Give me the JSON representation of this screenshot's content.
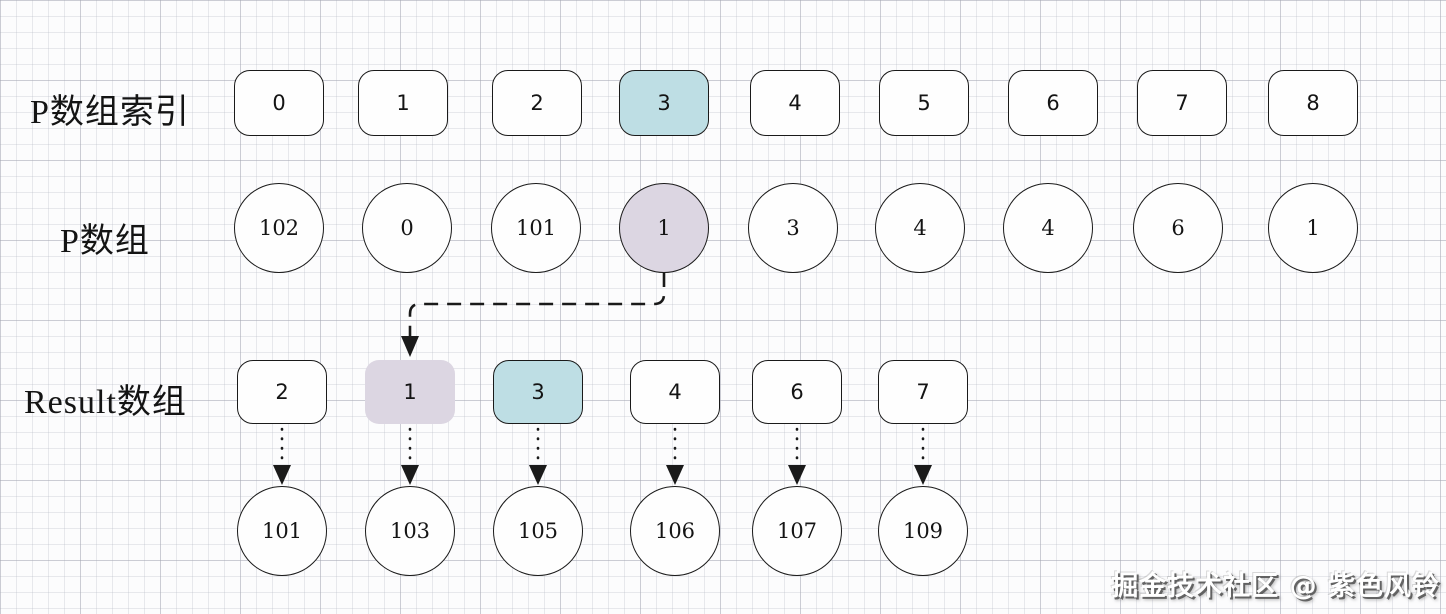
{
  "labels": {
    "index_row": "P数组索引",
    "p_row": "P数组",
    "result_row": "Result数组"
  },
  "colors": {
    "teal": "#bedee4",
    "purple": "#dcd6e2",
    "stroke": "#1a1a1a",
    "node_fill": "#fefefe"
  },
  "rows": {
    "index_row": {
      "values": [
        "0",
        "1",
        "2",
        "3",
        "4",
        "5",
        "6",
        "7",
        "8"
      ],
      "highlights": [
        {
          "index": 3,
          "color": "teal"
        }
      ]
    },
    "p_row": {
      "values": [
        "102",
        "0",
        "101",
        "1",
        "3",
        "4",
        "4",
        "6",
        "1"
      ],
      "highlights": [
        {
          "index": 3,
          "color": "purple"
        }
      ]
    },
    "result_row": {
      "values": [
        "2",
        "1",
        "3",
        "4",
        "6",
        "7"
      ],
      "highlights": [
        {
          "index": 1,
          "color": "purple",
          "border": false
        },
        {
          "index": 2,
          "color": "teal"
        }
      ]
    },
    "value_row": {
      "values": [
        "101",
        "103",
        "105",
        "106",
        "107",
        "109"
      ]
    }
  },
  "connector": {
    "type": "dashed-arrow",
    "from": "p_row item 3 (value 1)",
    "to": "result_row item 1 (value 1)"
  },
  "dotted_arrows": {
    "from": "result_row items",
    "to": "value_row items"
  },
  "watermark": "掘金技术社区 @ 紫色风铃"
}
